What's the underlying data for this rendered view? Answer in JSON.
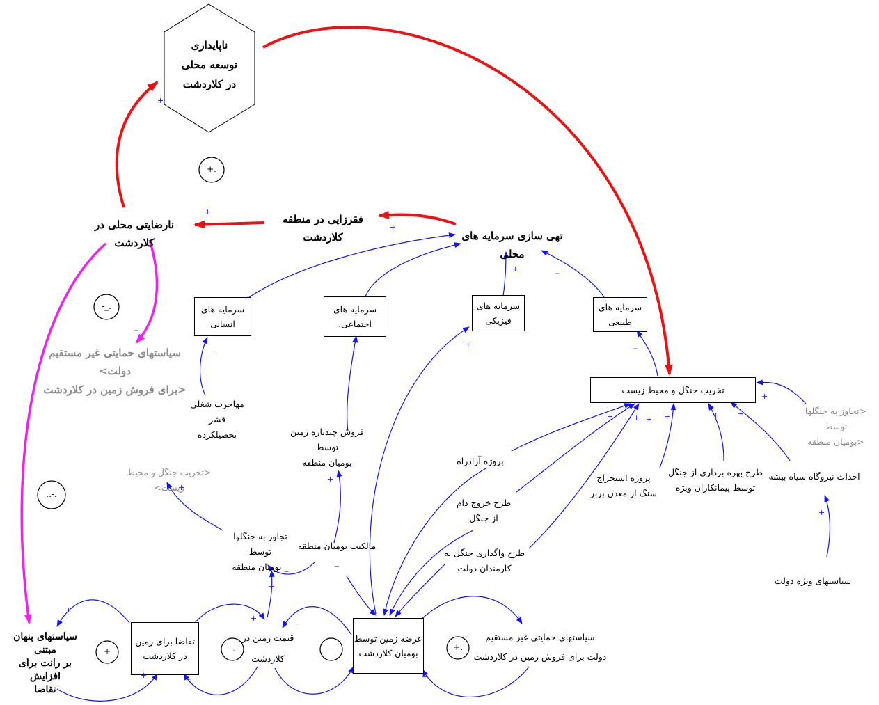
{
  "nodes": {
    "unsustainability": [
      "ناپایداری",
      "توسعه محلی",
      "در کلاردشت"
    ],
    "dissatisfaction": "نارضایتی محلی در کلاردشت",
    "poverty": "فقرزایی در منطقه کلاردشت",
    "capital_depletion": "تهی سازی سرمایه های محلی",
    "human_capital": "سرمایه های انسانی",
    "social_capital": [
      "سرمایه های",
      "اجتماعی."
    ],
    "physical_capital": [
      "سرمایه های",
      "فیزیکی"
    ],
    "natural_capital": [
      "سرمایه های",
      "طبیعی"
    ],
    "forest_destruction": "تخریب جنگل و محیط زیست",
    "indirect_support_policies_ref": [
      "سیاستهای حمایتی غیر مستقیم دولت>",
      "<برای فروش زمین در کلاردشت"
    ],
    "educated_migration": [
      "مهاجرت شغلی قشر",
      "تحصیلکرده"
    ],
    "multiple_land_sale": [
      "فروش چندباره زمین توسط",
      "بومیان منطقه"
    ],
    "forest_destruction_ref": "<تخریب جنگل و محیط زیست>",
    "forest_encroachment_ref": [
      "<تجاوز به جنگلها توسط",
      "<بومیان منطقه"
    ],
    "azadrah_project": "پروژه آزادراه",
    "livestock_exit": [
      "طرح خروج دام",
      "از جنگل"
    ],
    "stone_mining": [
      "پروژه استخراج",
      "سنگ از معدن بربر"
    ],
    "forest_contractors": [
      "طرح بهره برداری از جنگل",
      "توسط پیمانکاران ویژه"
    ],
    "power_plant": "احداث نیروگاه سیاه بیشه",
    "special_govt_policies": "سیاستهای ویژه دولت",
    "forest_transfer": [
      "طرح واگذاری جنگل به",
      "کارمندان دولت"
    ],
    "native_ownership": [
      "مالکیت بومیان منطقه",
      "_"
    ],
    "forest_encroachment": [
      "تجاوز به جنگلها توسط",
      "_ بومیان منطقه"
    ],
    "hidden_rent_policies": [
      "سیاستهای پنهان مبتنی",
      "بر رانت برای افزایش",
      "تقاضا"
    ],
    "land_demand": [
      "تقاضا برای زمین",
      "در کلاردشت"
    ],
    "land_price": [
      "قیمت زمین در",
      "کلاردشت"
    ],
    "native_land_supply": [
      "عرضه زمین توسط",
      "بومیان کلاردشت"
    ],
    "indirect_support_policies": [
      "سیاستهای حمایتی غیر مستقیم",
      "دولت برای فروش زمین در کلاردشت"
    ]
  },
  "loops": {
    "l1": "+.",
    "l2": "-_.",
    "l3": "..-.",
    "l4": "+",
    "l5": "-.",
    "l6": "-",
    "l7": "+."
  },
  "signs": {
    "plus": "+",
    "minus": "_",
    "minus2": "−"
  },
  "colors": {
    "red": "#ee1111",
    "blue": "#1414ee",
    "magenta": "#ee22ee",
    "gray": "#8a8a8a"
  }
}
